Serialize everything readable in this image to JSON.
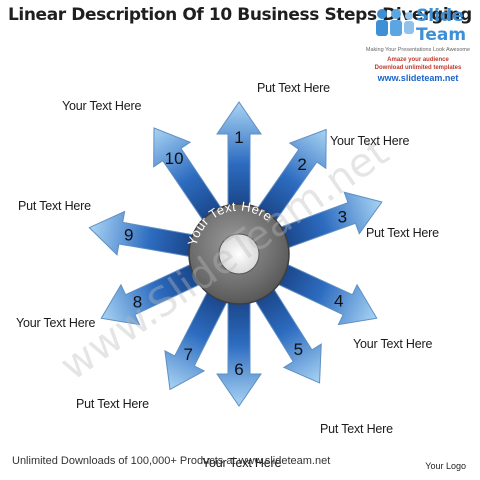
{
  "title": "Linear Description Of 10 Business Steps Diverging",
  "logo": {
    "brand_line1": "Slide",
    "brand_line2": "Team",
    "tagline": "Making Your Presentations Look Awesome",
    "line1": "Amaze your audience",
    "line2": "Download unlimited templates",
    "url": "www.slideteam.net"
  },
  "center_text": "Your Text Here",
  "steps": [
    {
      "number": "1",
      "label": "Put Text Here"
    },
    {
      "number": "2",
      "label": "Your Text Here"
    },
    {
      "number": "3",
      "label": "Put Text Here"
    },
    {
      "number": "4",
      "label": "Your Text Here"
    },
    {
      "number": "5",
      "label": "Put Text Here"
    },
    {
      "number": "6",
      "label": "Your Text Here"
    },
    {
      "number": "7",
      "label": "Put Text Here"
    },
    {
      "number": "8",
      "label": "Your Text Here"
    },
    {
      "number": "9",
      "label": "Put Text Here"
    },
    {
      "number": "10",
      "label": "Your Text Here"
    }
  ],
  "watermark": "www.SlideTeam.net",
  "footer": "Unlimited Downloads of 100,000+ Products at www.slideteam.net",
  "footer_logo": "Your Logo",
  "colors": {
    "arrow_light": "#a9d4f4",
    "arrow_dark": "#173f80",
    "ring": "#6e6e6e"
  }
}
